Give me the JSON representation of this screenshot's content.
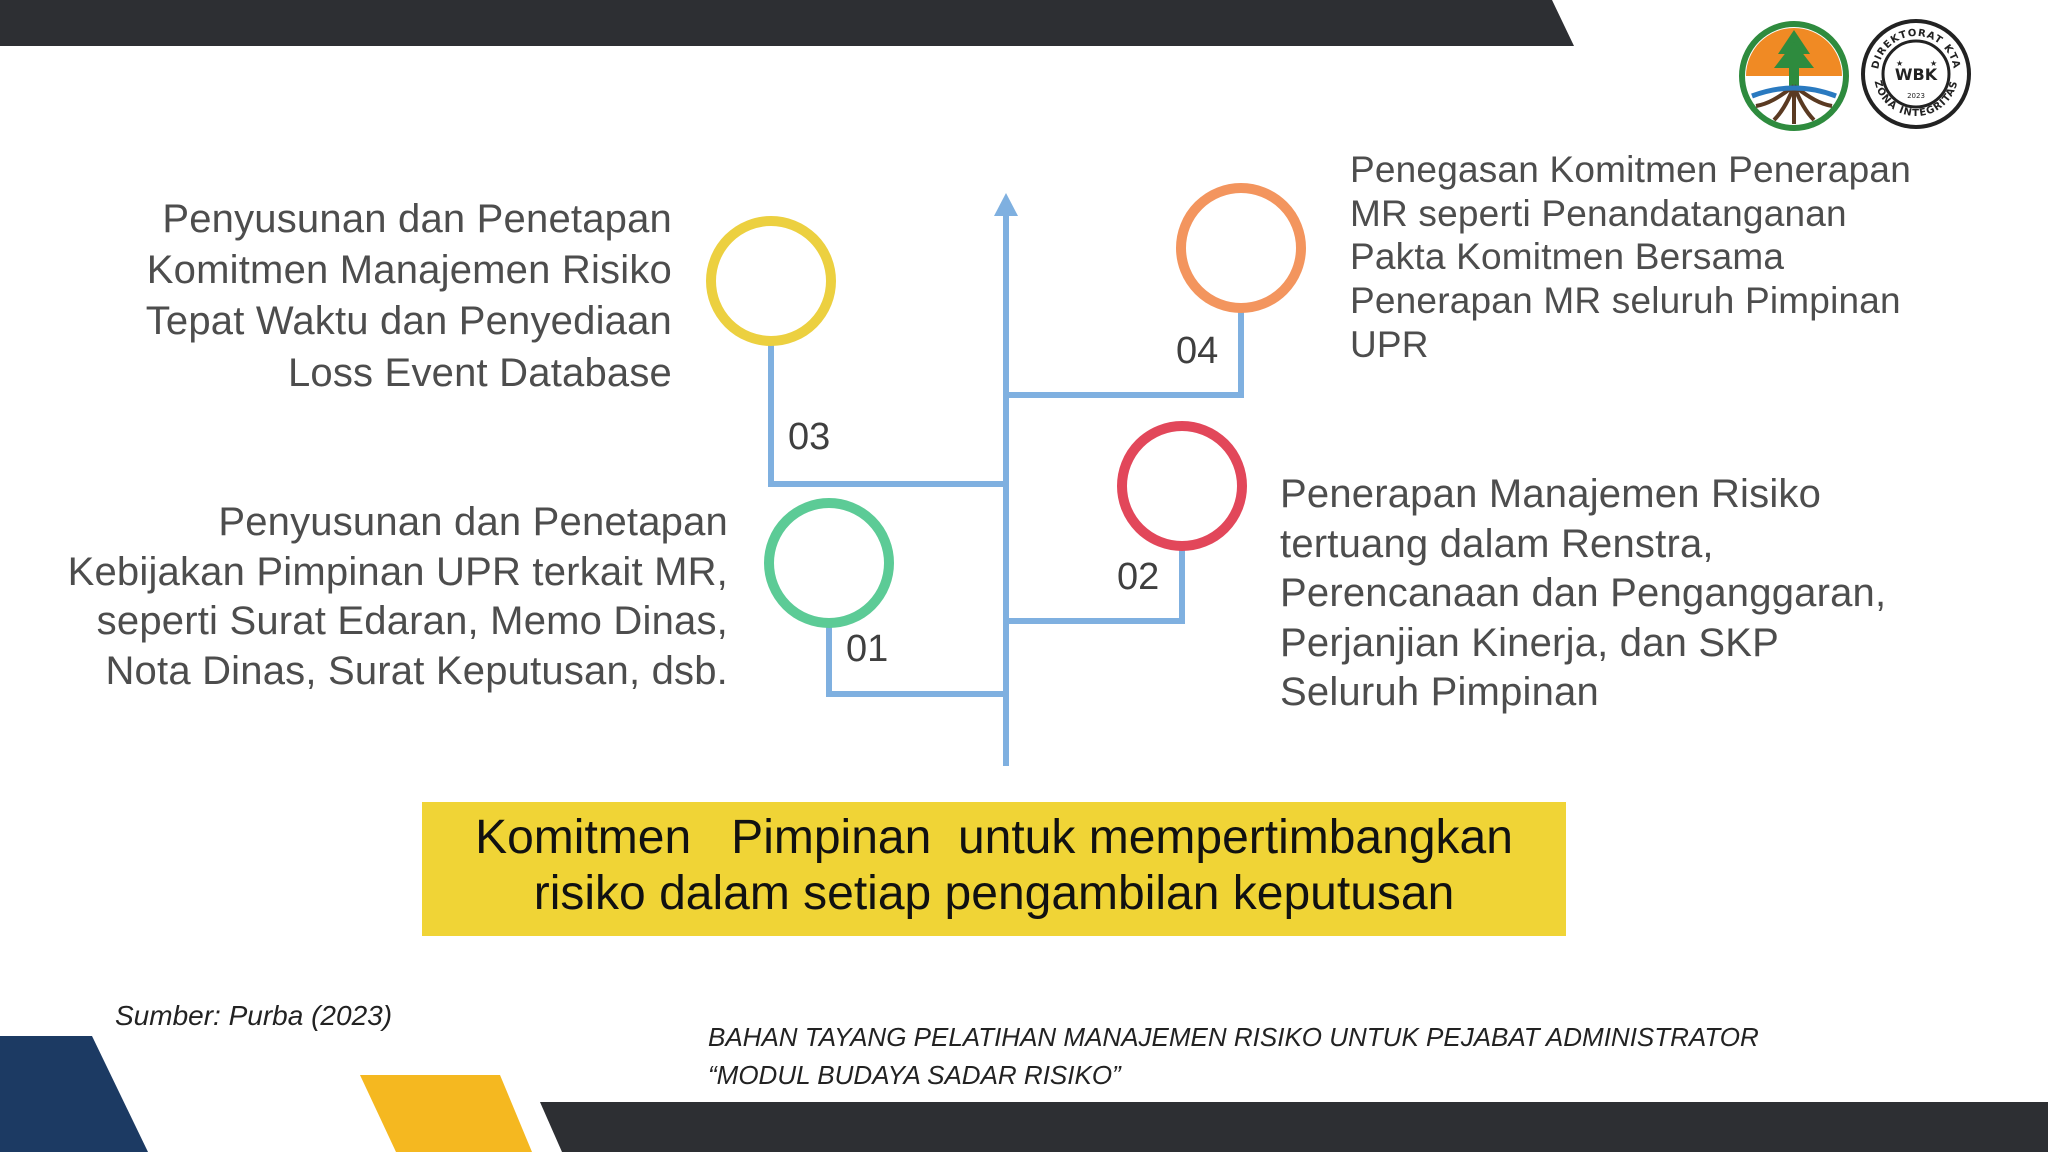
{
  "colors": {
    "dark_bar": "#2d2f33",
    "navy": "#1c3a63",
    "gold": "#f5b820",
    "line_blue": "#7fb0e0",
    "circle_01": "#5ccb96",
    "circle_02": "#e2475a",
    "circle_03": "#ecd040",
    "circle_04": "#f3955e",
    "banner": "#f0d436"
  },
  "logos": {
    "ministry_logo": "tree-emblem-icon",
    "wbk_badge": {
      "center": "WBK",
      "ring_top": "DIREKTORAT KTA",
      "ring_bottom": "ZONA INTEGRITAS",
      "year": "2023"
    }
  },
  "steps": [
    {
      "number": "01",
      "lines": [
        "Penyusunan dan Penetapan",
        "Kebijakan Pimpinan UPR terkait MR,",
        "seperti Surat Edaran, Memo Dinas,",
        "Nota Dinas, Surat Keputusan, dsb."
      ]
    },
    {
      "number": "02",
      "lines": [
        "Penerapan Manajemen Risiko",
        "tertuang dalam Renstra,",
        "Perencanaan dan Penganggaran,",
        "Perjanjian Kinerja, dan SKP",
        "Seluruh Pimpinan"
      ]
    },
    {
      "number": "03",
      "lines": [
        "Penyusunan dan Penetapan",
        "Komitmen Manajemen Risiko",
        "Tepat Waktu dan Penyediaan",
        "Loss Event Database"
      ]
    },
    {
      "number": "04",
      "lines": [
        "Penegasan Komitmen Penerapan",
        "MR seperti Penandatanganan",
        "Pakta Komitmen Bersama",
        "Penerapan MR seluruh Pimpinan",
        "UPR"
      ]
    }
  ],
  "banner": {
    "line1": "Komitmen   Pimpinan  untuk mempertimbangkan",
    "line2": "risiko dalam setiap pengambilan keputusan"
  },
  "source": "Sumber: Purba (2023)",
  "footer": {
    "line1": "BAHAN TAYANG PELATIHAN MANAJEMEN RISIKO UNTUK PEJABAT ADMINISTRATOR",
    "line2": "“MODUL BUDAYA SADAR RISIKO”"
  }
}
